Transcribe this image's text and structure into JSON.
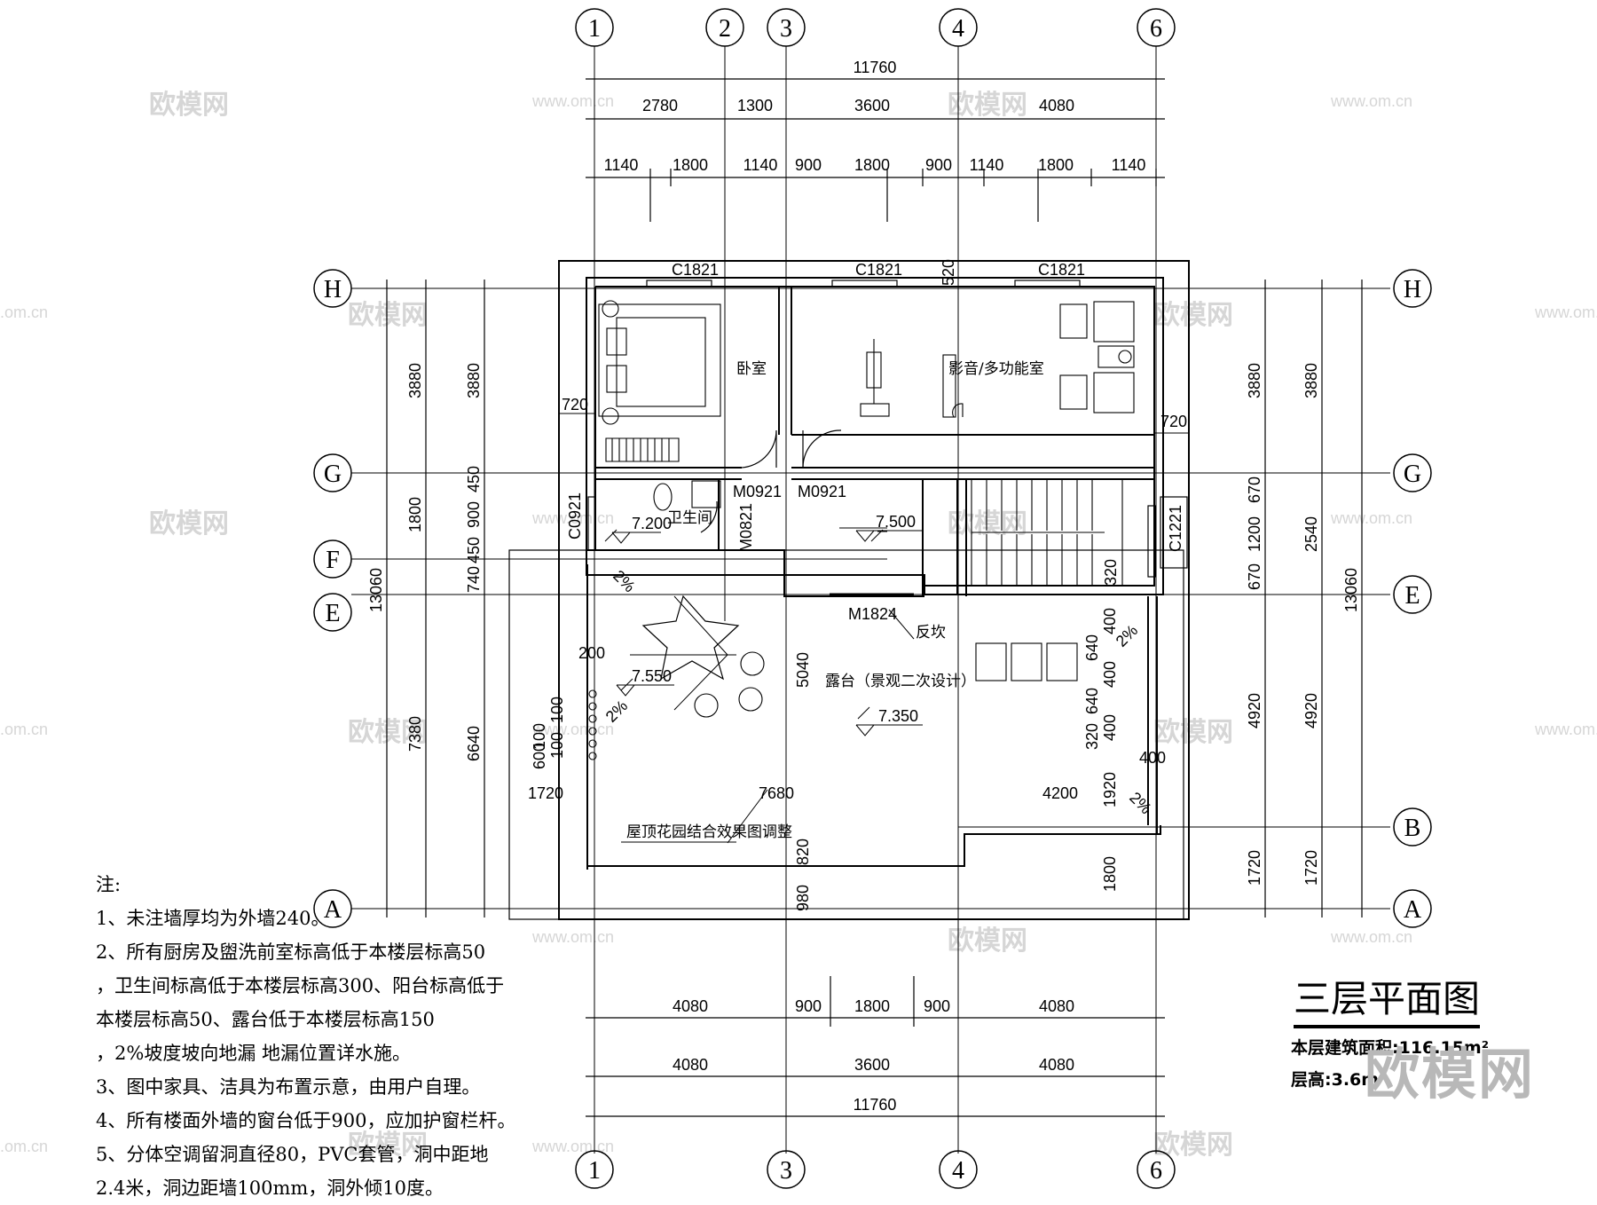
{
  "drawing_title": "三层平面图",
  "area_label": "本层建筑面积:116.15m²",
  "height_label": "层高:3.6m",
  "logo_text": "欧模网",
  "watermark": {
    "cn": "欧模网",
    "url": "www.om.cn",
    "url_left": ".om.cn"
  },
  "axes": {
    "top": [
      "1",
      "2",
      "3",
      "4",
      "6"
    ],
    "bottom": [
      "1",
      "3",
      "4",
      "6"
    ],
    "left": [
      "H",
      "G",
      "F",
      "E",
      "A"
    ],
    "right": [
      "H",
      "G",
      "E",
      "B",
      "A"
    ]
  },
  "dims_top": {
    "total": "11760",
    "row2": [
      "2780",
      "1300",
      "3600",
      "4080"
    ],
    "row3": [
      "1140",
      "1800",
      "1140",
      "900",
      "1800",
      "900",
      "1140",
      "1800",
      "1140"
    ]
  },
  "dims_bottom": {
    "row1": [
      "4080",
      "900",
      "1800",
      "900",
      "4080"
    ],
    "row2": [
      "4080",
      "3600",
      "4080"
    ],
    "total": "11760"
  },
  "dims_left": {
    "total": "13060",
    "outer": [
      "3880",
      "1800",
      "7380"
    ],
    "inner": [
      "3880",
      "450",
      "900",
      "450",
      "740",
      "6640"
    ]
  },
  "dims_right": {
    "total": "13060",
    "outer": [
      "3880",
      "2540",
      "4920",
      "1720"
    ],
    "inner": [
      "3880",
      "670",
      "1200",
      "670",
      "4920",
      "1720"
    ]
  },
  "dims_inner": {
    "d720a": "720",
    "d720b": "720",
    "d320": "320",
    "d520": "520",
    "d1720": "1720",
    "d7680": "7680",
    "d4200": "4200",
    "d1920": "1920",
    "d5040": "5040",
    "d820": "820",
    "d980": "980",
    "d1800": "1800",
    "d200": "200",
    "d600": "600",
    "d100a": "100",
    "d100b": "100",
    "d100c": "100",
    "d400a": "400",
    "d640a": "640",
    "d400b": "400",
    "d640b": "640",
    "d320b": "320",
    "d400c": "400",
    "d400d": "400"
  },
  "rooms": {
    "bedroom": "卧室",
    "media": "影音/多功能室",
    "bath": "卫生间",
    "terrace": "露台（景观二次设计）",
    "garden": "屋顶花园结合效果图调整",
    "reverse": "反坎"
  },
  "doors_windows": {
    "c1821a": "C1821",
    "c1821b": "C1821",
    "c1821c": "C1821",
    "c0921": "C0921",
    "c1221": "C1221",
    "m0921a": "M0921",
    "m0921b": "M0921",
    "m0821": "M0821",
    "m1824": "M1824"
  },
  "elevations": {
    "e7200": "7.200",
    "e7500": "7.500",
    "e7550": "7.550",
    "e7350": "7.350"
  },
  "slopes": {
    "s1": "2%",
    "s2": "2%",
    "s3": "2%",
    "s4": "2%"
  },
  "notes": [
    "注:",
    "1、未注墙厚均为外墙240。",
    "2、所有厨房及盥洗前室标高低于本楼层标高50",
    "，卫生间标高低于本楼层标高300、阳台标高低于",
    "本楼层标高50、露台低于本楼层标高150",
    "，2%坡度坡向地漏 地漏位置详水施。",
    "3、图中家具、洁具为布置示意，由用户自理。",
    "4、所有楼面外墙的窗台低于900，应加护窗栏杆。",
    "5、分体空调留洞直径80，PVC套管，洞中距地",
    "2.4米，洞边距墙100mm，洞外倾10度。"
  ]
}
